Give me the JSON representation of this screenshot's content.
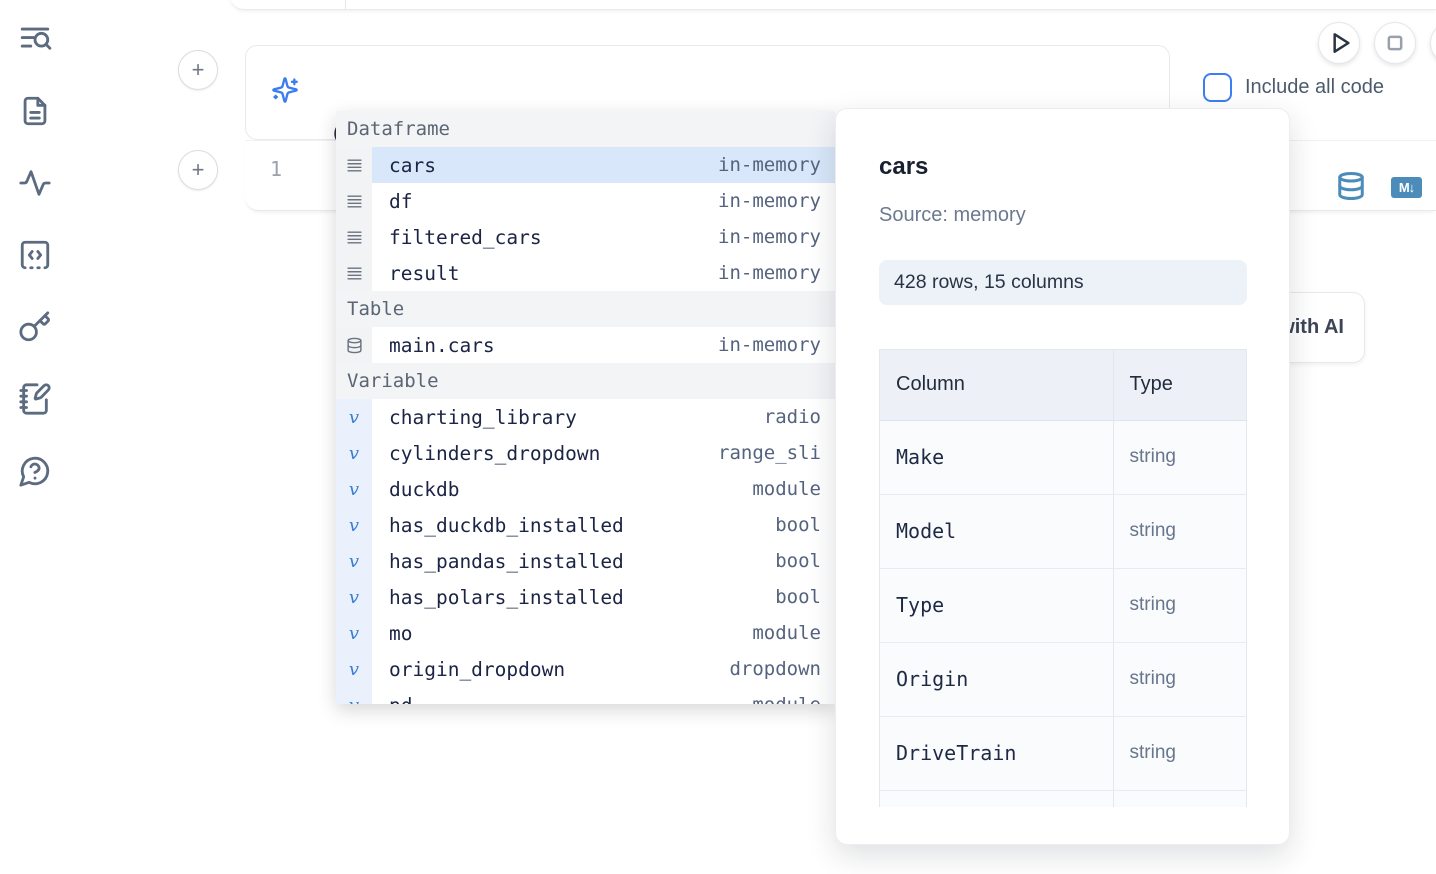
{
  "colors": {
    "accent_blue": "#3b7cf0",
    "steel_blue_icon": "#4b8cba",
    "selection_blue": "#d8e7f9"
  },
  "sidebar": {
    "items": [
      {
        "icon": "list-search-icon"
      },
      {
        "icon": "file-text-icon"
      },
      {
        "icon": "activity-icon"
      },
      {
        "icon": "code-square-icon"
      },
      {
        "icon": "key-icon"
      },
      {
        "icon": "notebook-pen-icon"
      },
      {
        "icon": "help-circle-icon"
      }
    ]
  },
  "cell_controls": {
    "add_cell_label": "+"
  },
  "ai_cell": {
    "icon": "sparkles-icon",
    "prompt_value": "@"
  },
  "toolbar": {
    "include_all_code_label": "Include all code",
    "include_all_code_checked": false
  },
  "code_cell": {
    "line_number": "1",
    "icons": [
      "database-icon",
      "markdown-icon"
    ],
    "markdown_badge_text": "M↓"
  },
  "generate_ai_button": {
    "label": "Generate with AI"
  },
  "autocomplete": {
    "sections": [
      {
        "label": "Dataframe",
        "items": [
          {
            "name": "cars",
            "type": "in-memory",
            "icon": "dataframe-icon",
            "selected": true
          },
          {
            "name": "df",
            "type": "in-memory",
            "icon": "dataframe-icon"
          },
          {
            "name": "filtered_cars",
            "type": "in-memory",
            "icon": "dataframe-icon"
          },
          {
            "name": "result",
            "type": "in-memory",
            "icon": "dataframe-icon"
          }
        ]
      },
      {
        "label": "Table",
        "items": [
          {
            "name": "main.cars",
            "type": "in-memory",
            "icon": "table-database-icon"
          }
        ]
      },
      {
        "label": "Variable",
        "items": [
          {
            "name": "charting_library",
            "type": "radio",
            "icon": "variable-icon"
          },
          {
            "name": "cylinders_dropdown",
            "type": "range_sli",
            "icon": "variable-icon"
          },
          {
            "name": "duckdb",
            "type": "module",
            "icon": "variable-icon"
          },
          {
            "name": "has_duckdb_installed",
            "type": "bool",
            "icon": "variable-icon"
          },
          {
            "name": "has_pandas_installed",
            "type": "bool",
            "icon": "variable-icon"
          },
          {
            "name": "has_polars_installed",
            "type": "bool",
            "icon": "variable-icon"
          },
          {
            "name": "mo",
            "type": "module",
            "icon": "variable-icon"
          },
          {
            "name": "origin_dropdown",
            "type": "dropdown",
            "icon": "variable-icon"
          },
          {
            "name": "pd",
            "type": "module",
            "icon": "variable-icon",
            "clipped": true
          }
        ]
      }
    ]
  },
  "preview": {
    "title": "cars",
    "source": "Source: memory",
    "shape_badge": "428 rows, 15 columns",
    "table": {
      "headers": [
        "Column",
        "Type"
      ],
      "rows": [
        [
          "Make",
          "string"
        ],
        [
          "Model",
          "string"
        ],
        [
          "Type",
          "string"
        ],
        [
          "Origin",
          "string"
        ],
        [
          "DriveTrain",
          "string"
        ],
        [
          "",
          ""
        ]
      ]
    }
  }
}
